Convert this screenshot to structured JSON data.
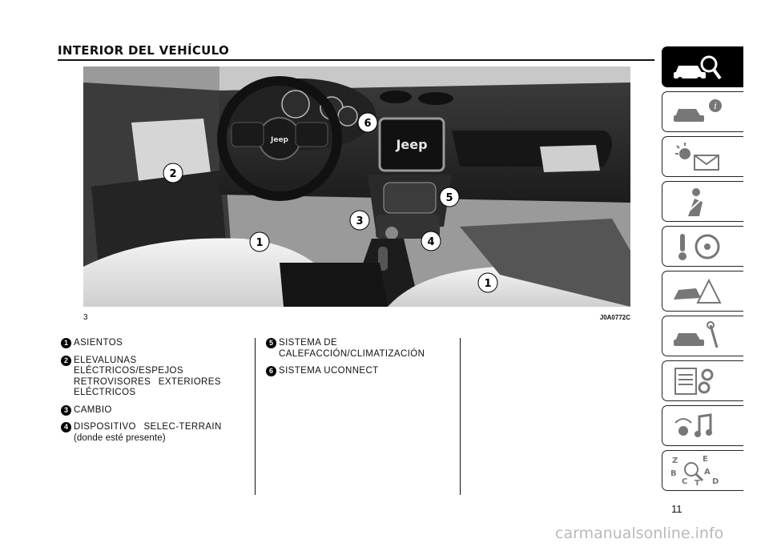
{
  "section_title": "INTERIOR DEL VEHÍCULO",
  "figure": {
    "number": "3",
    "code": "J0A0772C",
    "callouts": [
      "6",
      "2",
      "5",
      "3",
      "1",
      "4",
      "1"
    ],
    "brand_badge": "Jeep"
  },
  "legend_left": [
    {
      "num": "1",
      "lines": [
        "ASIENTOS"
      ]
    },
    {
      "num": "2",
      "lines": [
        "ELEVALUNAS",
        "ELÉCTRICOS/ESPEJOS",
        "RETROVISORES EXTERIORES",
        "ELÉCTRICOS"
      ]
    },
    {
      "num": "3",
      "lines": [
        "CAMBIO"
      ]
    },
    {
      "num": "4",
      "lines": [
        "DISPOSITIVO SELEC-TERRAIN"
      ],
      "note": "(donde esté presente)"
    }
  ],
  "legend_right": [
    {
      "num": "5",
      "lines": [
        "SISTEMA DE",
        "CALEFACCIÓN/CLIMATIZACIÓN"
      ]
    },
    {
      "num": "6",
      "lines": [
        "SISTEMA UCONNECT"
      ]
    }
  ],
  "page_number": "11",
  "watermark": "carmanualsonline.info",
  "tab_icons": [
    "car-search-icon",
    "car-info-icon",
    "warning-lights-icon",
    "airbag-safety-icon",
    "steering-key-icon",
    "car-emergency-icon",
    "car-service-icon",
    "specifications-icon",
    "multimedia-icon",
    "index-icon"
  ]
}
